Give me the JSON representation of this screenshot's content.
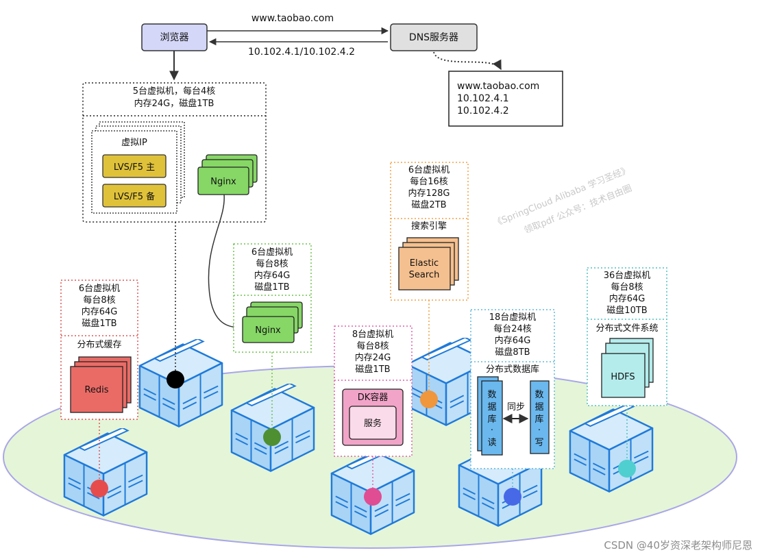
{
  "browser": {
    "label": "浏览器"
  },
  "dns_server": {
    "label": "DNS服务器"
  },
  "edge_request": {
    "label": "www.taobao.com"
  },
  "edge_response": {
    "label": "10.102.4.1/10.102.4.2"
  },
  "dns_record": {
    "line1": "www.taobao.com",
    "line2": "10.102.4.1",
    "line3": "10.102.4.2"
  },
  "lb_cluster": {
    "spec_line1": "5台虚拟机，每台4核",
    "spec_line2": "内存24G，磁盘1TB",
    "virtual_ip": "虚拟IP",
    "lvs_master": "LVS/F5 主",
    "lvs_backup": "LVS/F5 备",
    "nginx": "Nginx"
  },
  "web_cluster": {
    "spec": [
      "6台虚拟机",
      "每台8核",
      "内存64G",
      "磁盘1TB"
    ],
    "nginx": "Nginx"
  },
  "cache_cluster": {
    "spec": [
      "6台虚拟机",
      "每台8核",
      "内存64G",
      "磁盘1TB"
    ],
    "title": "分布式缓存",
    "redis": "Redis"
  },
  "search_cluster": {
    "spec": [
      "6台虚拟机",
      "每台16核",
      "内存128G",
      "磁盘2TB"
    ],
    "title": "搜索引擎",
    "es_line1": "Elastic",
    "es_line2": "Search"
  },
  "service_cluster": {
    "spec": [
      "8台虚拟机",
      "每台8核",
      "内存24G",
      "磁盘1TB"
    ],
    "container": "DK容器",
    "service": "服务"
  },
  "db_cluster": {
    "spec": [
      "18台虚拟机",
      "每台24核",
      "内存64G",
      "磁盘8TB"
    ],
    "title": "分布式数据库",
    "read_db": [
      "数",
      "据",
      "库",
      "·",
      "读"
    ],
    "write_db": [
      "数",
      "据",
      "库",
      "·",
      "写"
    ],
    "sync": "同步"
  },
  "fs_cluster": {
    "spec": [
      "36台虚拟机",
      "每台8核",
      "内存64G",
      "磁盘10TB"
    ],
    "title": "分布式文件系统",
    "hdfs": "HDFS"
  },
  "watermark": {
    "line1": "《SpringCloud Alibaba 学习圣经》",
    "line2": "领取pdf 公众号：技术自由圈"
  },
  "credit": "CSDN @40岁资深老架构师尼恩",
  "colors": {
    "browser_fill": "#d4d7f8",
    "dns_fill": "#e0e0e0",
    "nginx_green": "#86d766",
    "lvs_yellow": "#e0c23a",
    "redis_red": "#ea6b66",
    "es_orange": "#f5c08f",
    "dk_pink": "#f1a4c8",
    "db_blue": "#6ab8ee",
    "hdfs_cyan": "#b4ecec",
    "ellipse_fill": "#e5f5d8",
    "ellipse_stroke": "#a9a6e8",
    "dot_black": "#000000",
    "dot_green": "#4e8f32",
    "dot_red": "#e74c4c",
    "dot_orange": "#f0963c",
    "dot_pink": "#e14d93",
    "dot_blue": "#4769e8",
    "dot_cyan": "#4fcfcf"
  }
}
